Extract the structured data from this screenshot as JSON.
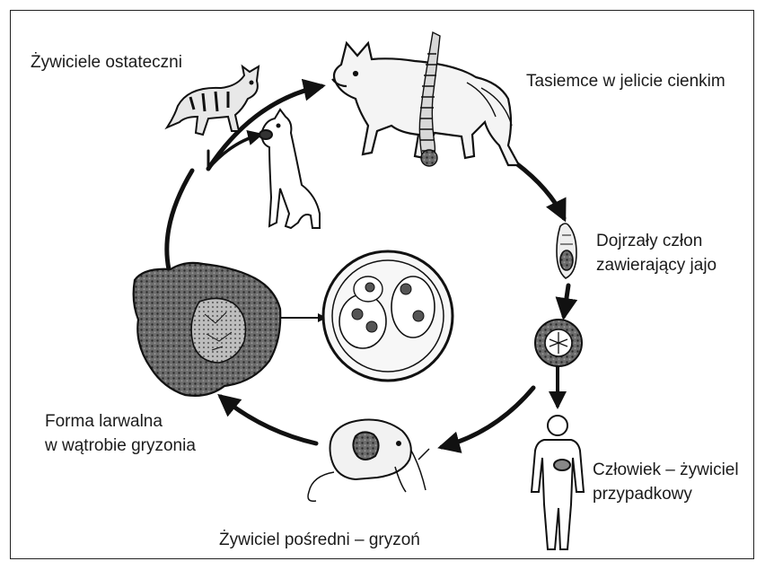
{
  "labels": {
    "definitive_hosts": "Żywiciele ostateczni",
    "adult_tapeworms": "Tasiemce w jelicie cienkim",
    "mature_segment_line1": "Dojrzały człon",
    "mature_segment_line2": "zawierający jajo",
    "larval_form_line1": "Forma larwalna",
    "larval_form_line2": "w wątrobie gryzonia",
    "intermediate_host": "Żywiciel pośredni – gryzoń",
    "accidental_host_line1": "Człowiek – żywiciel",
    "accidental_host_line2": "przypadkowy"
  },
  "colors": {
    "ink": "#1b1b1b",
    "stroke": "#111111",
    "shade_dark": "#3a3a3a",
    "shade_mid": "#8a8a8a",
    "shade_light": "#d4d4d4",
    "background": "#ffffff"
  },
  "icons": [
    "cat-icon",
    "dog-icon",
    "fox-icon",
    "tapeworm-icon",
    "proglottid-icon",
    "egg-icon",
    "rodent-icon",
    "liver-icon",
    "hydatid-cyst-icon",
    "human-figure-icon"
  ]
}
